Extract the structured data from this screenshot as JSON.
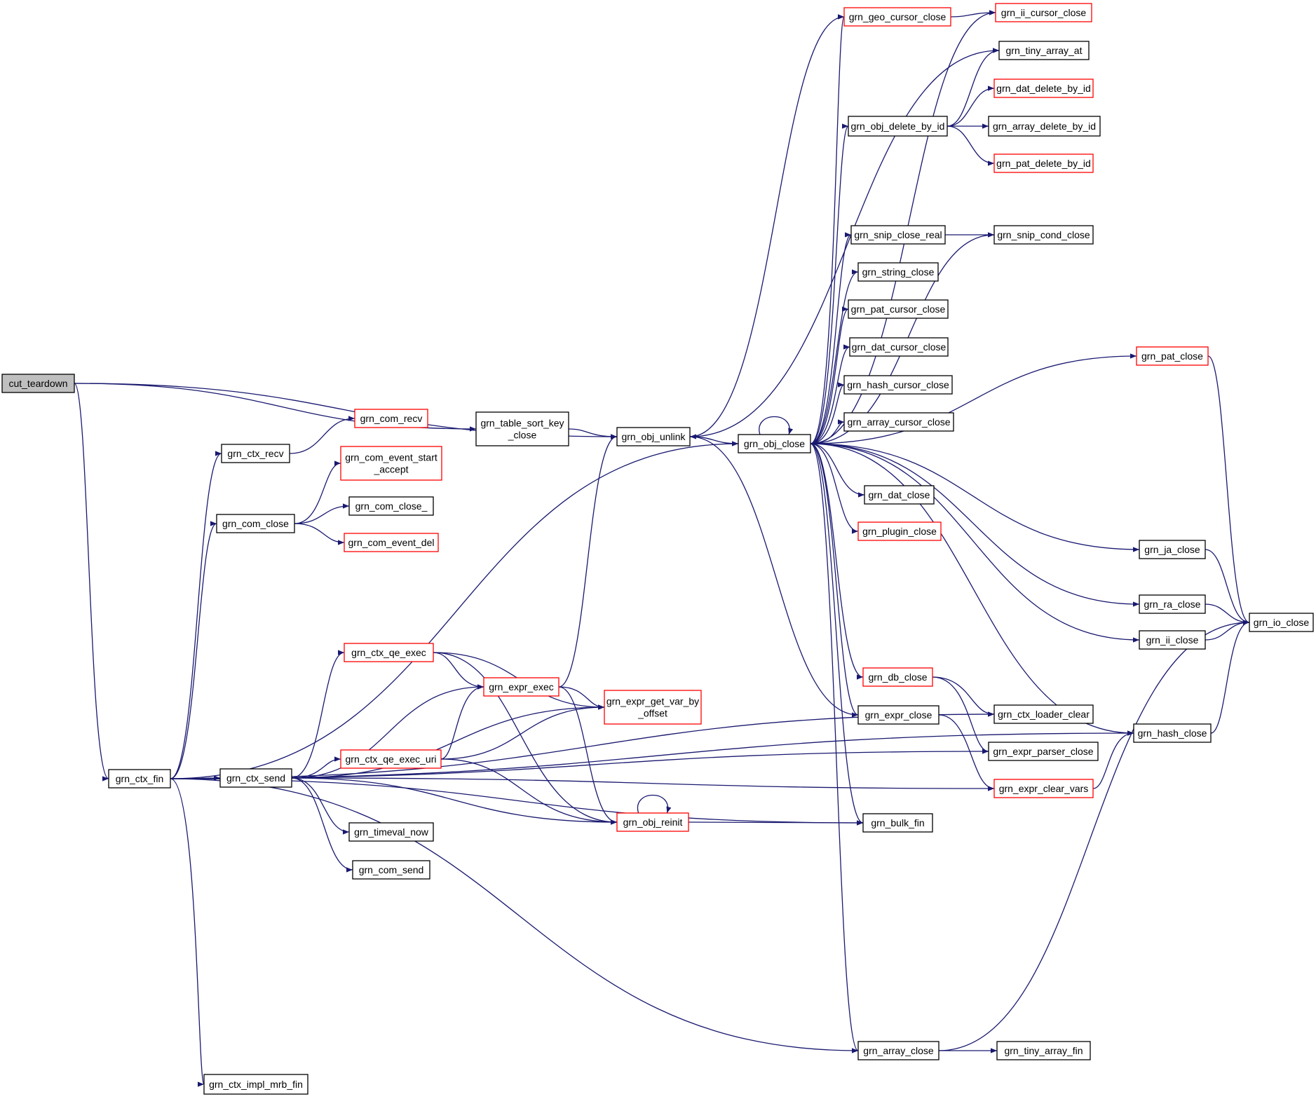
{
  "colors": {
    "edge": "#191970",
    "node_border": "#000000",
    "node_border_incomplete": "#ff0000",
    "root_fill": "#bfbfbf",
    "node_fill": "#ffffff",
    "background": "#ffffff"
  },
  "nodes": [
    {
      "id": "cut_teardown",
      "lines": [
        "cut_teardown"
      ],
      "style": "root"
    },
    {
      "id": "grn_ctx_fin",
      "lines": [
        "grn_ctx_fin"
      ],
      "style": "normal"
    },
    {
      "id": "grn_table_sort_key_close",
      "lines": [
        "grn_table_sort_key",
        "_close"
      ],
      "style": "normal"
    },
    {
      "id": "grn_obj_unlink",
      "lines": [
        "grn_obj_unlink"
      ],
      "style": "normal"
    },
    {
      "id": "grn_obj_close",
      "lines": [
        "grn_obj_close"
      ],
      "style": "normal"
    },
    {
      "id": "grn_ctx_recv",
      "lines": [
        "grn_ctx_recv"
      ],
      "style": "normal"
    },
    {
      "id": "grn_com_recv",
      "lines": [
        "grn_com_recv"
      ],
      "style": "red"
    },
    {
      "id": "grn_com_close",
      "lines": [
        "grn_com_close"
      ],
      "style": "normal"
    },
    {
      "id": "grn_com_event_start_accept",
      "lines": [
        "grn_com_event_start",
        "_accept"
      ],
      "style": "red"
    },
    {
      "id": "grn_com_close_",
      "lines": [
        "grn_com_close_"
      ],
      "style": "normal"
    },
    {
      "id": "grn_com_event_del",
      "lines": [
        "grn_com_event_del"
      ],
      "style": "red"
    },
    {
      "id": "grn_ctx_send",
      "lines": [
        "grn_ctx_send"
      ],
      "style": "normal"
    },
    {
      "id": "grn_ctx_qe_exec",
      "lines": [
        "grn_ctx_qe_exec"
      ],
      "style": "red"
    },
    {
      "id": "grn_expr_exec",
      "lines": [
        "grn_expr_exec"
      ],
      "style": "red"
    },
    {
      "id": "grn_expr_get_var_by_offset",
      "lines": [
        "grn_expr_get_var_by",
        "_offset"
      ],
      "style": "red"
    },
    {
      "id": "grn_ctx_qe_exec_uri",
      "lines": [
        "grn_ctx_qe_exec_uri"
      ],
      "style": "red"
    },
    {
      "id": "grn_obj_reinit",
      "lines": [
        "grn_obj_reinit"
      ],
      "style": "red"
    },
    {
      "id": "grn_timeval_now",
      "lines": [
        "grn_timeval_now"
      ],
      "style": "normal"
    },
    {
      "id": "grn_com_send",
      "lines": [
        "grn_com_send"
      ],
      "style": "normal"
    },
    {
      "id": "grn_ctx_impl_mrb_fin",
      "lines": [
        "grn_ctx_impl_mrb_fin"
      ],
      "style": "normal"
    },
    {
      "id": "grn_geo_cursor_close",
      "lines": [
        "grn_geo_cursor_close"
      ],
      "style": "red"
    },
    {
      "id": "grn_ii_cursor_close",
      "lines": [
        "grn_ii_cursor_close"
      ],
      "style": "red"
    },
    {
      "id": "grn_tiny_array_at",
      "lines": [
        "grn_tiny_array_at"
      ],
      "style": "normal"
    },
    {
      "id": "grn_dat_delete_by_id",
      "lines": [
        "grn_dat_delete_by_id"
      ],
      "style": "red"
    },
    {
      "id": "grn_obj_delete_by_id",
      "lines": [
        "grn_obj_delete_by_id"
      ],
      "style": "normal"
    },
    {
      "id": "grn_array_delete_by_id",
      "lines": [
        "grn_array_delete_by_id"
      ],
      "style": "normal"
    },
    {
      "id": "grn_pat_delete_by_id",
      "lines": [
        "grn_pat_delete_by_id"
      ],
      "style": "red"
    },
    {
      "id": "grn_snip_close_real",
      "lines": [
        "grn_snip_close_real"
      ],
      "style": "normal"
    },
    {
      "id": "grn_snip_cond_close",
      "lines": [
        "grn_snip_cond_close"
      ],
      "style": "normal"
    },
    {
      "id": "grn_string_close",
      "lines": [
        "grn_string_close"
      ],
      "style": "normal"
    },
    {
      "id": "grn_pat_cursor_close",
      "lines": [
        "grn_pat_cursor_close"
      ],
      "style": "normal"
    },
    {
      "id": "grn_dat_cursor_close",
      "lines": [
        "grn_dat_cursor_close"
      ],
      "style": "normal"
    },
    {
      "id": "grn_hash_cursor_close",
      "lines": [
        "grn_hash_cursor_close"
      ],
      "style": "normal"
    },
    {
      "id": "grn_array_cursor_close",
      "lines": [
        "grn_array_cursor_close"
      ],
      "style": "normal"
    },
    {
      "id": "grn_pat_close",
      "lines": [
        "grn_pat_close"
      ],
      "style": "red"
    },
    {
      "id": "grn_dat_close",
      "lines": [
        "grn_dat_close"
      ],
      "style": "normal"
    },
    {
      "id": "grn_plugin_close",
      "lines": [
        "grn_plugin_close"
      ],
      "style": "red"
    },
    {
      "id": "grn_ja_close",
      "lines": [
        "grn_ja_close"
      ],
      "style": "normal"
    },
    {
      "id": "grn_ra_close",
      "lines": [
        "grn_ra_close"
      ],
      "style": "normal"
    },
    {
      "id": "grn_io_close",
      "lines": [
        "grn_io_close"
      ],
      "style": "normal"
    },
    {
      "id": "grn_ii_close",
      "lines": [
        "grn_ii_close"
      ],
      "style": "normal"
    },
    {
      "id": "grn_db_close",
      "lines": [
        "grn_db_close"
      ],
      "style": "red"
    },
    {
      "id": "grn_expr_close",
      "lines": [
        "grn_expr_close"
      ],
      "style": "normal"
    },
    {
      "id": "grn_ctx_loader_clear",
      "lines": [
        "grn_ctx_loader_clear"
      ],
      "style": "normal"
    },
    {
      "id": "grn_hash_close",
      "lines": [
        "grn_hash_close"
      ],
      "style": "normal"
    },
    {
      "id": "grn_expr_parser_close",
      "lines": [
        "grn_expr_parser_close"
      ],
      "style": "normal"
    },
    {
      "id": "grn_expr_clear_vars",
      "lines": [
        "grn_expr_clear_vars"
      ],
      "style": "red"
    },
    {
      "id": "grn_bulk_fin",
      "lines": [
        "grn_bulk_fin"
      ],
      "style": "normal"
    },
    {
      "id": "grn_array_close",
      "lines": [
        "grn_array_close"
      ],
      "style": "normal"
    },
    {
      "id": "grn_tiny_array_fin",
      "lines": [
        "grn_tiny_array_fin"
      ],
      "style": "normal"
    }
  ],
  "edges": [
    {
      "from": "cut_teardown",
      "to": "grn_obj_unlink"
    },
    {
      "from": "cut_teardown",
      "to": "grn_table_sort_key_close"
    },
    {
      "from": "cut_teardown",
      "to": "grn_ctx_fin"
    },
    {
      "from": "grn_table_sort_key_close",
      "to": "grn_obj_unlink"
    },
    {
      "from": "grn_obj_unlink",
      "to": "grn_obj_close"
    },
    {
      "from": "grn_obj_unlink",
      "to": "grn_geo_cursor_close"
    },
    {
      "from": "grn_obj_unlink",
      "to": "grn_tiny_array_at"
    },
    {
      "from": "grn_ctx_fin",
      "to": "grn_ctx_recv"
    },
    {
      "from": "grn_ctx_fin",
      "to": "grn_com_close"
    },
    {
      "from": "grn_ctx_fin",
      "to": "grn_obj_close"
    },
    {
      "from": "grn_ctx_fin",
      "to": "grn_ctx_loader_clear"
    },
    {
      "from": "grn_ctx_fin",
      "to": "grn_ctx_send"
    },
    {
      "from": "grn_ctx_fin",
      "to": "grn_bulk_fin"
    },
    {
      "from": "grn_ctx_fin",
      "to": "grn_expr_parser_close"
    },
    {
      "from": "grn_ctx_fin",
      "to": "grn_hash_close"
    },
    {
      "from": "grn_ctx_fin",
      "to": "grn_array_close"
    },
    {
      "from": "grn_ctx_fin",
      "to": "grn_ctx_impl_mrb_fin"
    },
    {
      "from": "grn_ctx_recv",
      "to": "grn_com_recv"
    },
    {
      "from": "grn_com_close",
      "to": "grn_com_event_start_accept"
    },
    {
      "from": "grn_com_close",
      "to": "grn_com_close_"
    },
    {
      "from": "grn_com_close",
      "to": "grn_com_event_del"
    },
    {
      "from": "grn_ctx_send",
      "to": "grn_ctx_qe_exec"
    },
    {
      "from": "grn_ctx_send",
      "to": "grn_expr_exec"
    },
    {
      "from": "grn_ctx_send",
      "to": "grn_expr_get_var_by_offset"
    },
    {
      "from": "grn_ctx_send",
      "to": "grn_ctx_qe_exec_uri"
    },
    {
      "from": "grn_ctx_send",
      "to": "grn_expr_clear_vars"
    },
    {
      "from": "grn_ctx_send",
      "to": "grn_timeval_now"
    },
    {
      "from": "grn_ctx_send",
      "to": "grn_com_send"
    },
    {
      "from": "grn_ctx_send",
      "to": "grn_obj_reinit"
    },
    {
      "from": "grn_ctx_qe_exec",
      "to": "grn_expr_exec"
    },
    {
      "from": "grn_ctx_qe_exec",
      "to": "grn_expr_get_var_by_offset"
    },
    {
      "from": "grn_ctx_qe_exec",
      "to": "grn_obj_reinit"
    },
    {
      "from": "grn_ctx_qe_exec_uri",
      "to": "grn_expr_exec"
    },
    {
      "from": "grn_ctx_qe_exec_uri",
      "to": "grn_expr_get_var_by_offset"
    },
    {
      "from": "grn_ctx_qe_exec_uri",
      "to": "grn_obj_reinit"
    },
    {
      "from": "grn_expr_exec",
      "to": "grn_obj_unlink"
    },
    {
      "from": "grn_expr_exec",
      "to": "grn_expr_get_var_by_offset"
    },
    {
      "from": "grn_expr_exec",
      "to": "grn_obj_reinit"
    },
    {
      "from": "grn_obj_reinit",
      "to": "grn_obj_reinit"
    },
    {
      "from": "grn_obj_reinit",
      "to": "grn_bulk_fin"
    },
    {
      "from": "grn_geo_cursor_close",
      "to": "grn_ii_cursor_close"
    },
    {
      "from": "grn_obj_close",
      "to": "grn_obj_close"
    },
    {
      "from": "grn_obj_close",
      "to": "grn_geo_cursor_close"
    },
    {
      "from": "grn_obj_close",
      "to": "grn_ii_cursor_close"
    },
    {
      "from": "grn_obj_close",
      "to": "grn_obj_delete_by_id"
    },
    {
      "from": "grn_obj_close",
      "to": "grn_snip_close_real"
    },
    {
      "from": "grn_obj_close",
      "to": "grn_snip_cond_close"
    },
    {
      "from": "grn_obj_close",
      "to": "grn_string_close"
    },
    {
      "from": "grn_obj_close",
      "to": "grn_pat_cursor_close"
    },
    {
      "from": "grn_obj_close",
      "to": "grn_dat_cursor_close"
    },
    {
      "from": "grn_obj_close",
      "to": "grn_hash_cursor_close"
    },
    {
      "from": "grn_obj_close",
      "to": "grn_array_cursor_close"
    },
    {
      "from": "grn_obj_close",
      "to": "grn_pat_close"
    },
    {
      "from": "grn_obj_close",
      "to": "grn_dat_close"
    },
    {
      "from": "grn_obj_close",
      "to": "grn_plugin_close"
    },
    {
      "from": "grn_obj_close",
      "to": "grn_ja_close"
    },
    {
      "from": "grn_obj_close",
      "to": "grn_ra_close"
    },
    {
      "from": "grn_obj_close",
      "to": "grn_ii_close"
    },
    {
      "from": "grn_obj_close",
      "to": "grn_hash_close"
    },
    {
      "from": "grn_obj_close",
      "to": "grn_db_close"
    },
    {
      "from": "grn_obj_close",
      "to": "grn_expr_close"
    },
    {
      "from": "grn_obj_close",
      "to": "grn_bulk_fin"
    },
    {
      "from": "grn_obj_close",
      "to": "grn_array_close"
    },
    {
      "from": "grn_obj_delete_by_id",
      "to": "grn_tiny_array_at"
    },
    {
      "from": "grn_obj_delete_by_id",
      "to": "grn_dat_delete_by_id"
    },
    {
      "from": "grn_obj_delete_by_id",
      "to": "grn_array_delete_by_id"
    },
    {
      "from": "grn_obj_delete_by_id",
      "to": "grn_pat_delete_by_id"
    },
    {
      "from": "grn_snip_close_real",
      "to": "grn_snip_cond_close"
    },
    {
      "from": "grn_pat_close",
      "to": "grn_io_close"
    },
    {
      "from": "grn_ja_close",
      "to": "grn_io_close"
    },
    {
      "from": "grn_ra_close",
      "to": "grn_io_close"
    },
    {
      "from": "grn_ii_close",
      "to": "grn_io_close"
    },
    {
      "from": "grn_hash_close",
      "to": "grn_io_close"
    },
    {
      "from": "grn_array_close",
      "to": "grn_tiny_array_fin"
    },
    {
      "from": "grn_array_close",
      "to": "grn_io_close"
    },
    {
      "from": "grn_db_close",
      "to": "grn_ctx_loader_clear"
    },
    {
      "from": "grn_db_close",
      "to": "grn_expr_parser_close"
    },
    {
      "from": "grn_expr_close",
      "to": "grn_obj_unlink"
    },
    {
      "from": "grn_expr_close",
      "to": "grn_expr_clear_vars"
    },
    {
      "from": "grn_expr_clear_vars",
      "to": "grn_hash_close"
    }
  ]
}
